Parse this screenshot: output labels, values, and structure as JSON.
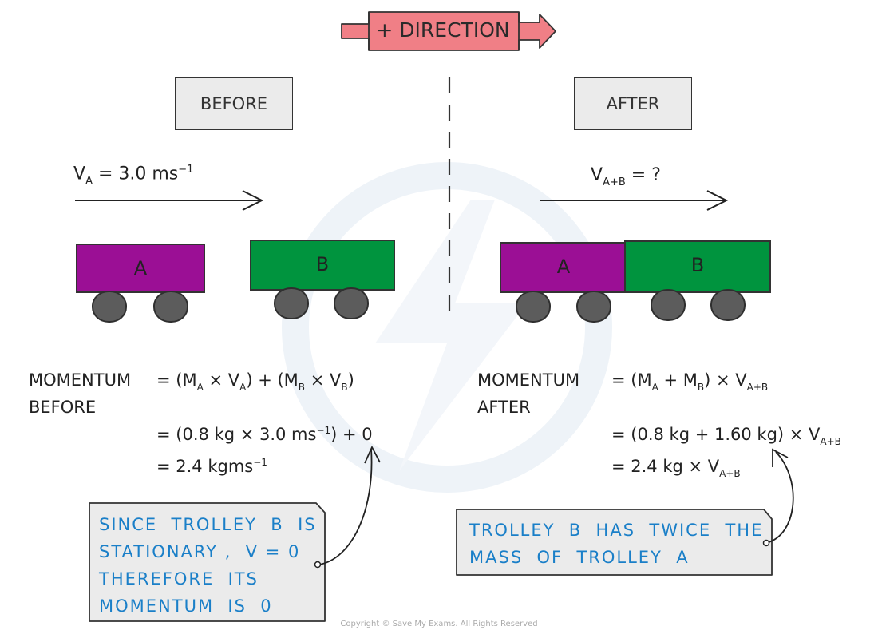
{
  "direction_label": "+ DIRECTION",
  "before": {
    "label": "BEFORE",
    "velocity": {
      "symbol": "V",
      "sub": "A",
      "rest": "= 3.0 ms",
      "exp": "−1"
    },
    "cart_a": "A",
    "cart_b": "B"
  },
  "after": {
    "label": "AFTER",
    "velocity": {
      "symbol": "V",
      "sub": "A+B",
      "rest": "= ?"
    },
    "cart_a": "A",
    "cart_b": "B"
  },
  "momentum_before": {
    "word1": "MOMENTUM",
    "word2": "BEFORE",
    "line1": {
      "a": "= (M",
      "s1": "A",
      "b": " × V",
      "s2": "A",
      "c": ") + (M",
      "s3": "B",
      "d": " × V",
      "s4": "B",
      "e": ")"
    },
    "line2": {
      "a": "= (0.8 kg × 3.0 ms",
      "exp": "−1",
      "b": ") + 0"
    },
    "line3": {
      "a": "=  2.4 kgms",
      "exp": "−1"
    }
  },
  "momentum_after": {
    "word1": "MOMENTUM",
    "word2": "AFTER",
    "line1": {
      "a": "= (M",
      "s1": "A",
      "b": " + M",
      "s2": "B",
      "c": ") × V",
      "s3": "A+B"
    },
    "line2": {
      "a": "= (0.8 kg + 1.60 kg) × V",
      "s1": "A+B"
    },
    "line3": {
      "a": "= 2.4 kg × V",
      "s1": "A+B"
    }
  },
  "note_before": "SINCE  TROLLEY  B  IS\nSTATIONARY ,  V = 0\nTHEREFORE  ITS\nMOMENTUM  IS  0",
  "note_after": "TROLLEY  B  HAS  TWICE  THE\nMASS  OF  TROLLEY  A",
  "copyright": "Copyright © Save My Exams. All Rights Reserved",
  "colors": {
    "cart_a": "#9b0f95",
    "cart_b": "#00943e",
    "banner": "#f07f86",
    "note_text": "#1a7fc8",
    "note_bg": "#ebebeb"
  }
}
